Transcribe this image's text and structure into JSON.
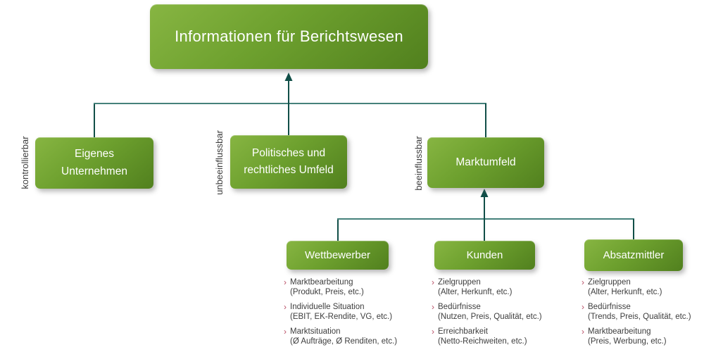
{
  "diagram": {
    "root": {
      "label": "Informationen für Berichtswesen"
    },
    "level2": [
      {
        "label": "Eigenes\nUnternehmen",
        "side_label": "kontrollierbar"
      },
      {
        "label": "Politisches und\nrechtliches Umfeld",
        "side_label": "unbeeinflussbar"
      },
      {
        "label": "Marktumfeld",
        "side_label": "beeinflussbar"
      }
    ],
    "level3": [
      {
        "label": "Wettbewerber",
        "items": [
          {
            "title": "Marktbearbeitung",
            "detail": "(Produkt, Preis, etc.)"
          },
          {
            "title": "Individuelle Situation",
            "detail": "(EBIT, EK-Rendite, VG, etc.)"
          },
          {
            "title": "Marktsituation",
            "detail": "(Ø Aufträge, Ø Renditen, etc.)"
          }
        ]
      },
      {
        "label": "Kunden",
        "items": [
          {
            "title": "Zielgruppen",
            "detail": "(Alter, Herkunft, etc.)"
          },
          {
            "title": "Bedürfnisse",
            "detail": "(Nutzen, Preis, Qualität, etc.)"
          },
          {
            "title": "Erreichbarkeit",
            "detail": "(Netto-Reichweiten, etc.)"
          }
        ]
      },
      {
        "label": "Absatzmittler",
        "items": [
          {
            "title": "Zielgruppen",
            "detail": "(Alter, Herkunft, etc.)"
          },
          {
            "title": "Bedürfnisse",
            "detail": "(Trends, Preis, Qualität, etc.)"
          },
          {
            "title": "Marktbearbeitung",
            "detail": "(Preis, Werbung, etc.)"
          }
        ]
      }
    ],
    "glyphs": {
      "bullet": "›"
    },
    "colors": {
      "box_green_light": "#87b542",
      "box_green_dark": "#51801e",
      "connector_teal": "#45817b",
      "arrow_dark_teal": "#114f48",
      "box_text": "#ffffff",
      "body_text": "#3d3d3d",
      "bullet_red": "#b94f66"
    }
  }
}
